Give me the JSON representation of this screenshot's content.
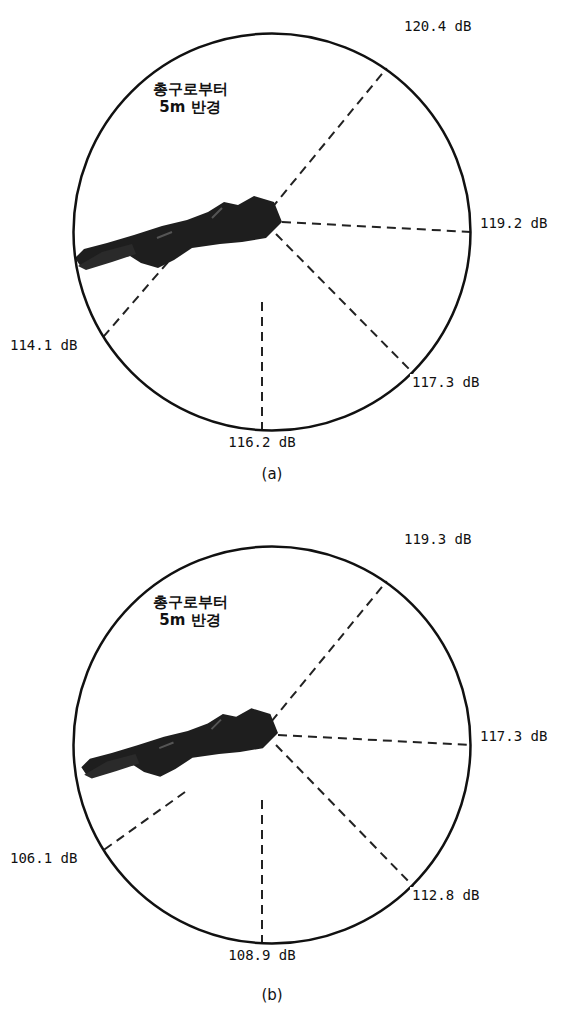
{
  "diagram": {
    "nodes": [
      {
        "text": [
          "총구로부터 5m 반경"
        ]
      },
      {
        "text": [
          "총구로부터 5m 반경"
        ]
      }
    ],
    "labels": [
      "120.4 dB",
      "119.2 dB",
      "117.3 dB",
      "116.2 dB",
      "114.1 dB",
      "(a)",
      "119.3 dB",
      "117.3 dB",
      "112.8 dB",
      "108.9 dB",
      "106.1 dB",
      "(b)"
    ]
  }
}
